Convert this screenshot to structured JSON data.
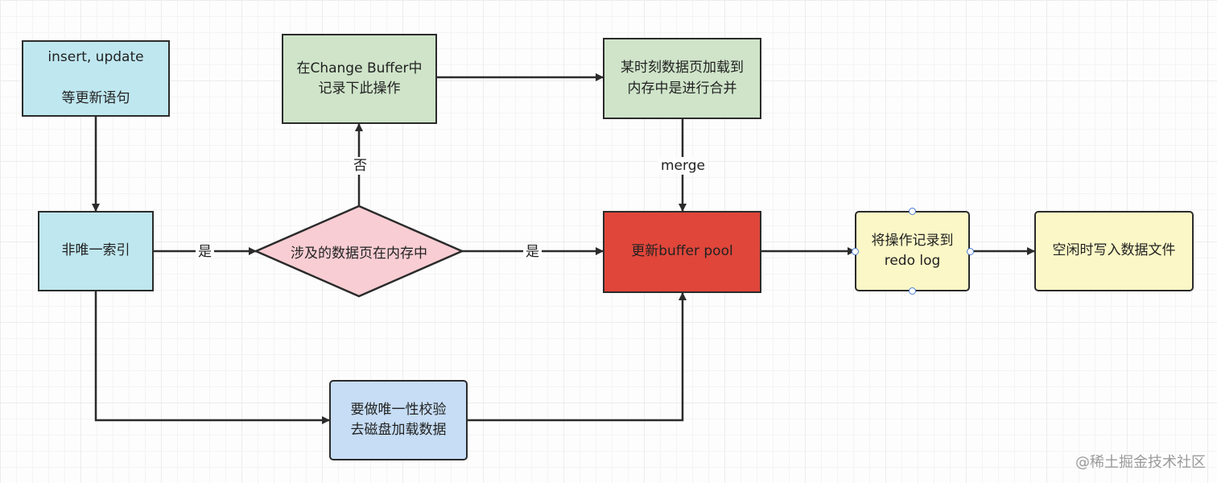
{
  "nodes": {
    "insert_update": {
      "text": "insert, update\n\n等更新语句",
      "fill": "#bfe7ef"
    },
    "non_unique_index": {
      "text": "非唯一索引",
      "fill": "#bfe7ef"
    },
    "page_in_memory": {
      "text": "涉及的数据页在内存中",
      "fill": "#f8cdd3"
    },
    "change_buffer": {
      "text": "在Change Buffer中\n记录下此操作",
      "fill": "#cfe4c9"
    },
    "load_merge": {
      "text": "某时刻数据页加载到\n内存中是进行合并",
      "fill": "#cfe4c9"
    },
    "update_buffer_pool": {
      "text": "更新buffer pool",
      "fill": "#e0463a"
    },
    "redo_log": {
      "text": "将操作记录到\nredo log",
      "fill": "#fbf7c6"
    },
    "write_data_file": {
      "text": "空闲时写入数据文件",
      "fill": "#fbf7c6"
    },
    "unique_check": {
      "text": "要做唯一性校验\n去磁盘加载数据",
      "fill": "#c6ddf5"
    }
  },
  "edge_labels": {
    "yes_1": "是",
    "no": "否",
    "yes_2": "是",
    "merge": "merge"
  },
  "watermark": "@稀土掘金技术社区"
}
